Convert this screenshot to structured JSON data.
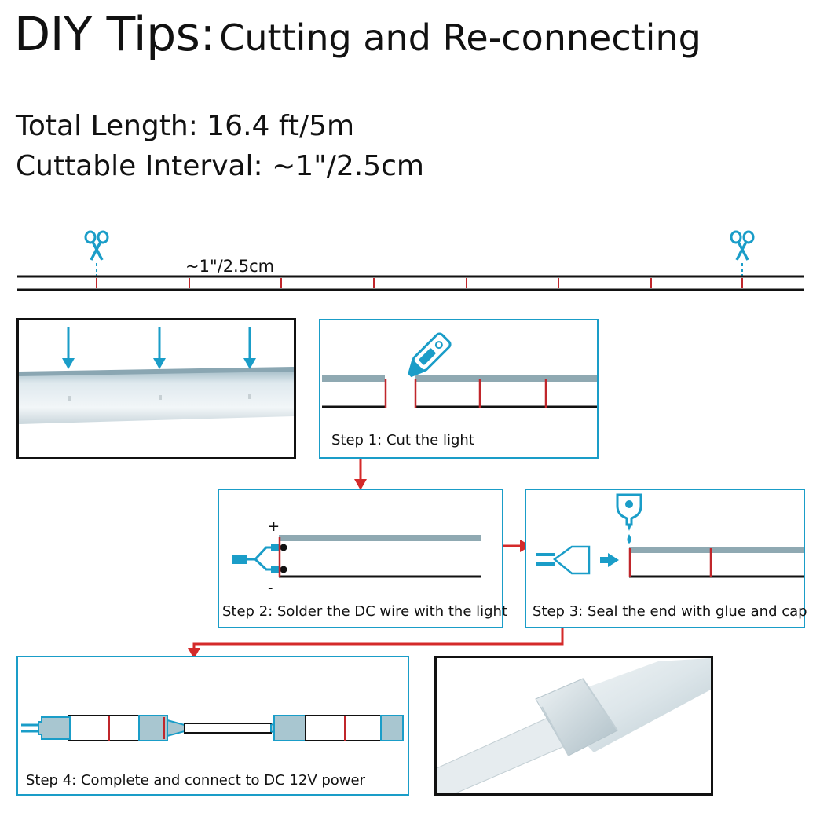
{
  "title": {
    "prefix": "DIY Tips:",
    "rest": "Cutting and Re-connecting"
  },
  "specs": {
    "total_length": "Total Length: 16.4 ft/5m",
    "cuttable_interval": "Cuttable Interval: ~1\"/2.5cm"
  },
  "ruler": {
    "interval_label": "~1\"/2.5cm"
  },
  "steps": {
    "step1": "Step 1: Cut the light",
    "step2": "Step 2: Solder the DC wire with the light",
    "step3": "Step 3: Seal the end with glue and cap",
    "step4": "Step 4: Complete and connect to DC 12V power"
  },
  "polarity": {
    "positive": "+",
    "negative": "-"
  },
  "icons": [
    "scissors-icon",
    "utility-knife-icon",
    "glue-bottle-icon",
    "dc-wire-connector-icon",
    "end-cap-icon",
    "arrow-icon"
  ],
  "colors": {
    "accent_blue": "#1a9dc8",
    "cut_red": "#c0262b",
    "strip_gray": "#8fa9b2",
    "arrow_red": "#d42a2a"
  }
}
